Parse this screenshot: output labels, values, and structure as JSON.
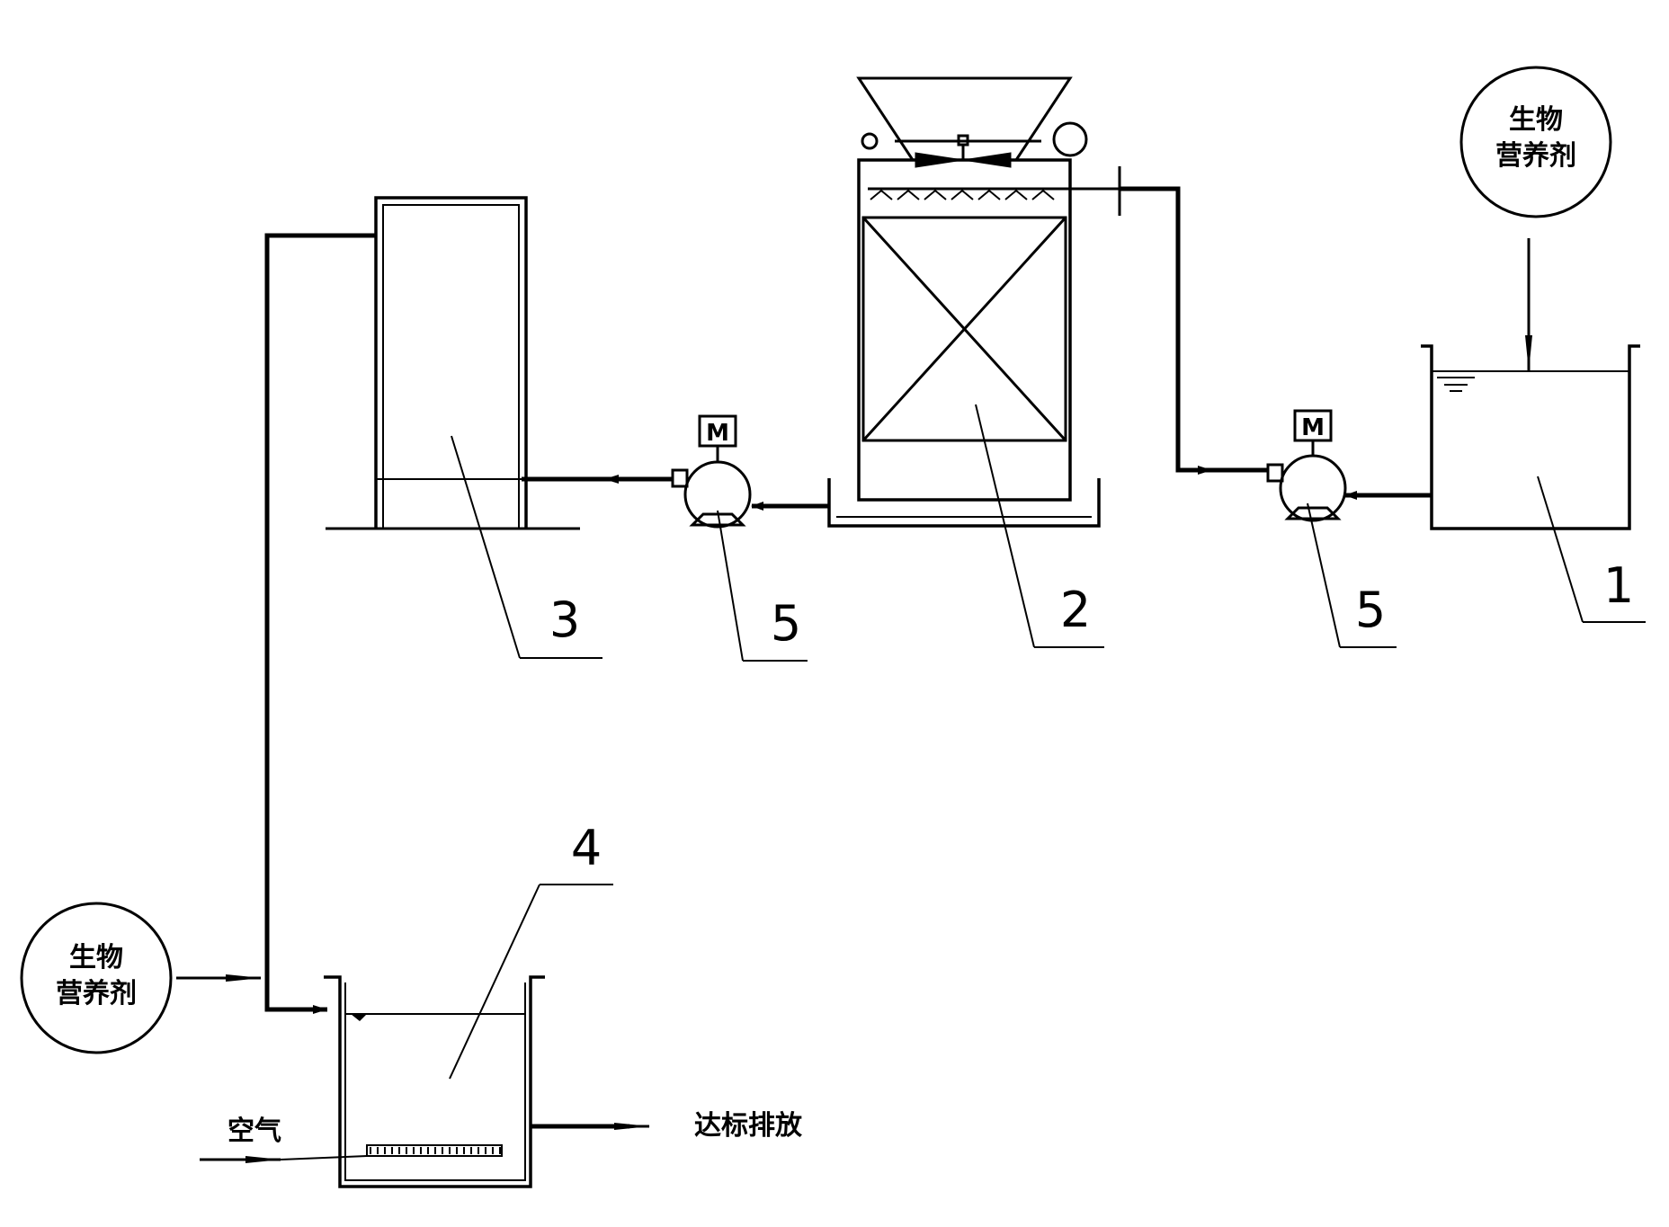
{
  "labels": {
    "equipment_1": "1",
    "equipment_2": "2",
    "equipment_3": "3",
    "equipment_4": "4",
    "pump_left": "5",
    "pump_right": "5",
    "motor_left": "M",
    "motor_right": "M"
  },
  "nutrient_top": {
    "line1": "生物",
    "line2": "营养剂"
  },
  "nutrient_left": {
    "line1": "生物",
    "line2": "营养剂"
  },
  "air_label": "空气",
  "discharge_label": "达标排放"
}
